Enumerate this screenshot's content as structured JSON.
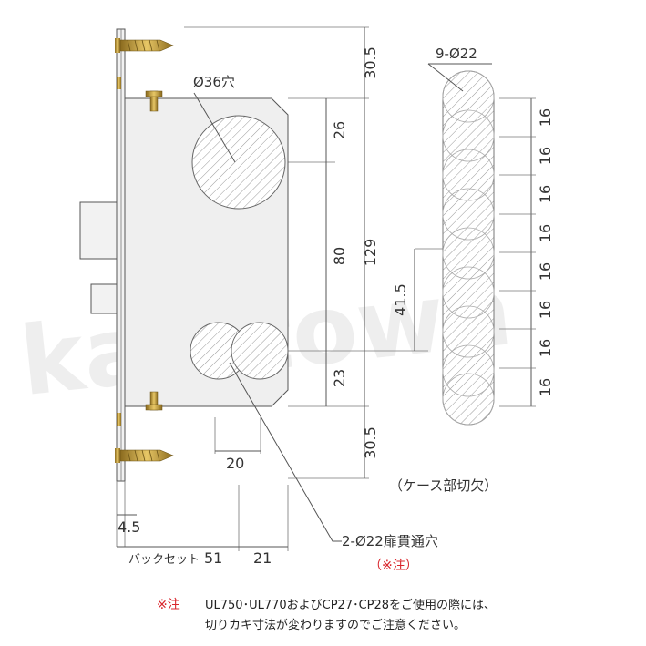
{
  "dimensions": {
    "top_offset": "30.5",
    "bottom_offset": "30.5",
    "total_height": "129",
    "upper_gap": "26",
    "middle_gap": "80",
    "lower_gap": "23",
    "hole_spacing": "20",
    "cutout_height": "41.5",
    "plate_thickness": "4.5",
    "backset": "51",
    "offset_21": "21",
    "backset_label": "バックセット",
    "pitch": [
      "16",
      "16",
      "16",
      "16",
      "16",
      "16",
      "16",
      "16"
    ]
  },
  "labels": {
    "big_hole": "Ø36穴",
    "cutout_holes": "9-Ø22",
    "case_cutout": "（ケース部切欠）",
    "through_holes": "2-Ø22扉貫通穴",
    "note_ref": "（※注）"
  },
  "note": {
    "mark": "※注",
    "line1": "UL750･UL770およびCP27･CP28をご使用の際には、",
    "line2": "切りカキ寸法が変わりますのでご注意ください。"
  },
  "watermark": "kagitown",
  "colors": {
    "note_red": "#d9262c",
    "screw_gold": "#c9a23a",
    "case_fill": "#efefef",
    "line": "#555555"
  }
}
